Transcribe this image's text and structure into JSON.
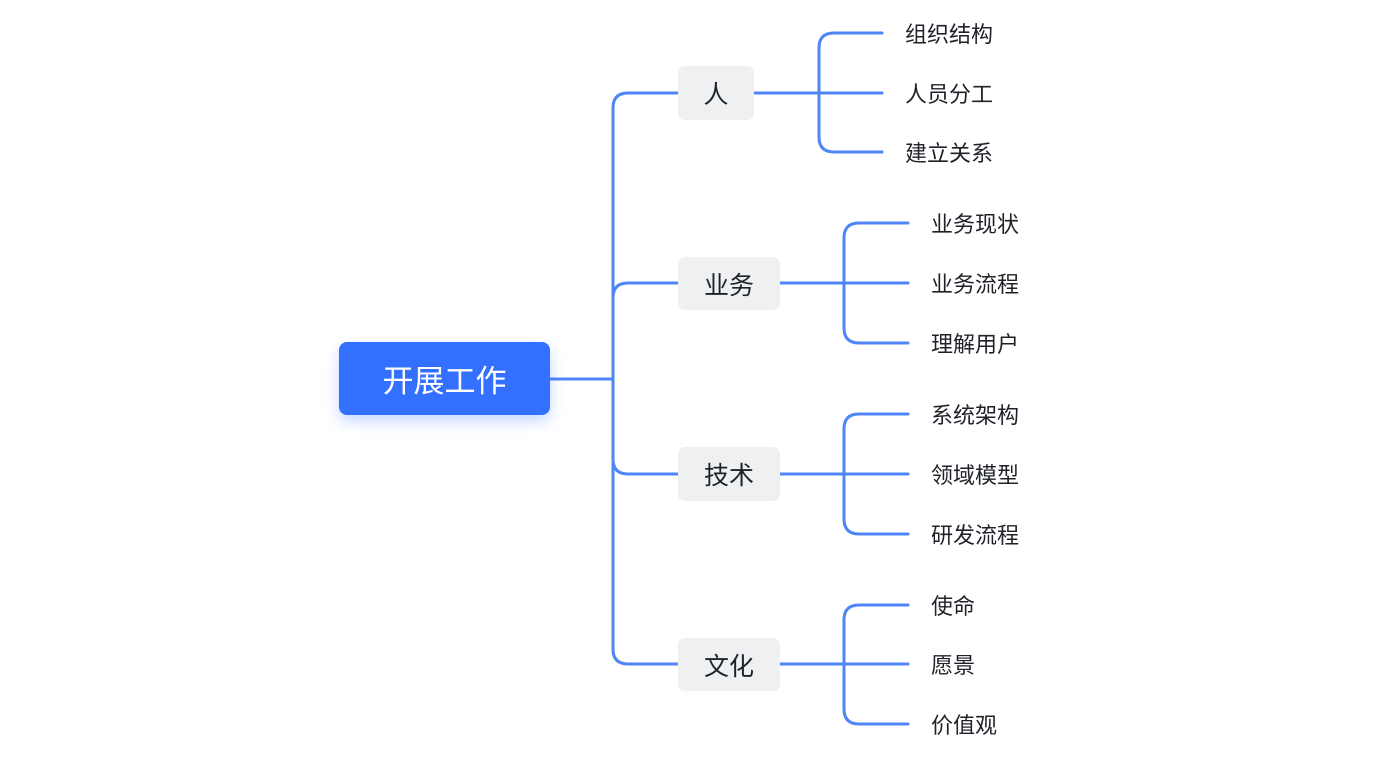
{
  "mindmap": {
    "line_color": "#4f86f7",
    "root": {
      "label": "开展工作",
      "fill": "#3370ff"
    },
    "branches": [
      {
        "label": "人",
        "leaves": [
          "组织结构",
          "人员分工",
          "建立关系"
        ]
      },
      {
        "label": "业务",
        "leaves": [
          "业务现状",
          "业务流程",
          "理解用户"
        ]
      },
      {
        "label": "技术",
        "leaves": [
          "系统架构",
          "领域模型",
          "研发流程"
        ]
      },
      {
        "label": "文化",
        "leaves": [
          "使命",
          "愿景",
          "价值观"
        ]
      }
    ]
  }
}
